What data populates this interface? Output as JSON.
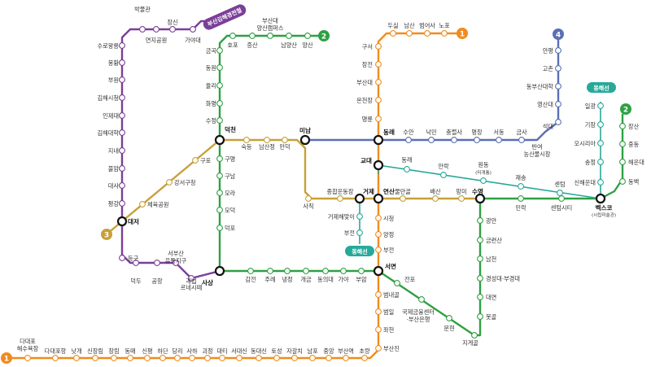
{
  "colors": {
    "line1": "#F08C1E",
    "line2": "#2FA043",
    "line3": "#C8A038",
    "line4": "#5B6FB5",
    "gimhae": "#7B3F98",
    "donghae": "#27A99A"
  },
  "badges": {
    "line1": "1",
    "line2": "2",
    "line3": "3",
    "line4": "4"
  },
  "pills": {
    "gimhae": "부산김해경전철",
    "donghae_top": "동해선",
    "donghae_left": "동해선"
  },
  "stations": {
    "bakmulgwan": "박물관",
    "jangsin": "장신",
    "yeonjigongwon": "연지공원",
    "gaya": "가야대",
    "suro": "수로왕릉",
    "bongwhang": "봉황",
    "buwon": "부원",
    "gimhaesicheong": "김해시청",
    "injecheon": "인제대",
    "gimhaeuni": "김해대학",
    "jinae": "지내",
    "bulam": "불암",
    "daesa": "대사",
    "pyeonggang": "평강",
    "daejeo": "대저",
    "deunggu": "등구",
    "deokdu": "덕두",
    "gonghang": "공항",
    "seobusan1": "서부산",
    "seobusan2": "유통지구",
    "gwaebeop1": "괘법",
    "gwaebeop2": "르네시떼",
    "sasang": "사상",
    "bsdae1": "부산대",
    "bsdae2": "양산캠퍼스",
    "hopo": "호포",
    "jeungsan": "증산",
    "namyangsan": "남양산",
    "yangsan": "양산",
    "geumgok": "금곡",
    "dongwon": "동원",
    "yulli": "율리",
    "hwamyeong": "화명",
    "sujeong": "수정",
    "deokcheon": "덕천",
    "gumyeong": "구명",
    "gunam": "구남",
    "mora": "모라",
    "modeok": "모덕",
    "deokpo": "덕포",
    "gupo": "구포",
    "gangseo": "강서구청",
    "cheyuk": "체육공원",
    "sukdeung": "숙등",
    "namsanjeong": "남산정",
    "mandeok": "만덕",
    "minam": "미남",
    "sajik": "사직",
    "sports": "종합운동장",
    "geoje": "거제",
    "geojehaemaji": "거제해맞이",
    "bujeon_dh": "부전",
    "gamjeon": "감전",
    "jurye": "주례",
    "naengjeong": "냉정",
    "gaegeum": "개금",
    "dongeui": "동의대",
    "gaya2": "가야",
    "buam": "부암",
    "seomyeon": "서면",
    "dusil": "두실",
    "namsan": "남산",
    "beomeosa": "범어사",
    "nopo": "노포",
    "guseo": "구서",
    "jangjeon": "장전",
    "busandae": "부산대",
    "oncheonjang": "온천장",
    "myeongnyun": "명륜",
    "dongnae": "동래",
    "suan": "수안",
    "nakmin": "낙민",
    "chungnyeolsa": "충렬사",
    "myeongjang": "명장",
    "seodong": "서동",
    "geumsa": "금사",
    "banyeo1": "반여",
    "banyeo2": "농산물시장",
    "seokdae": "석대",
    "yeongsan": "영산대",
    "dongbusan": "동부산대학",
    "gochon": "고촌",
    "anpyeong": "안평",
    "gyodae": "교대",
    "donghae_st": "동래",
    "allak": "안락",
    "wondong1": "원동",
    "wondong2": "(미개통)",
    "jaesong": "재송",
    "centum": "센텀",
    "yeonsan": "연산",
    "mulmangol": "물만골",
    "baesan": "배산",
    "mangmi": "망미",
    "suyeong": "수영",
    "millak": "민락",
    "centumcity": "센텀시티",
    "bexco1": "벡스코",
    "bexco2": "(시립미술관)",
    "ilgwang": "일광",
    "gijang": "기장",
    "osiria": "오시리아",
    "songjeong": "송정",
    "sinhaeundae": "신해운대",
    "jangsan": "장산",
    "jungdong": "중동",
    "haeundae": "해운대",
    "dongbaek": "동백",
    "gwangan": "광안",
    "geumnyeonsan": "금련산",
    "namcheon": "남천",
    "kyungsung": "경성대·부경대",
    "daeyeon": "대연",
    "motgol": "못골",
    "jigegol": "지게골",
    "sicheong": "시청",
    "yangjeong": "양정",
    "bujeon": "부전",
    "jeonpo": "전포",
    "bifc1": "국제금융센터",
    "bifc2": "·부산은행",
    "munhyeon": "문현",
    "beomnaegol": "범내골",
    "beomil": "범일",
    "jwacheon": "좌천",
    "busanjin": "부산진",
    "dadaepo1": "다대포",
    "dadaepo2": "해수욕장",
    "dadaepohang": "다대포항",
    "natgae": "낫개",
    "sinjangrim": "신장림",
    "jangrim": "장림",
    "dongmae": "동매",
    "sinpyeong": "신평",
    "hadan": "하단",
    "dangni": "당리",
    "saha": "사하",
    "goejeong": "괴정",
    "daeti": "대티",
    "seodaesin": "서대신",
    "dongdaesin": "동대신",
    "toseong": "토성",
    "jagalchi": "자갈치",
    "nampo": "남포",
    "jungang": "중앙",
    "busanyeok": "부산역",
    "choryang": "초량"
  }
}
